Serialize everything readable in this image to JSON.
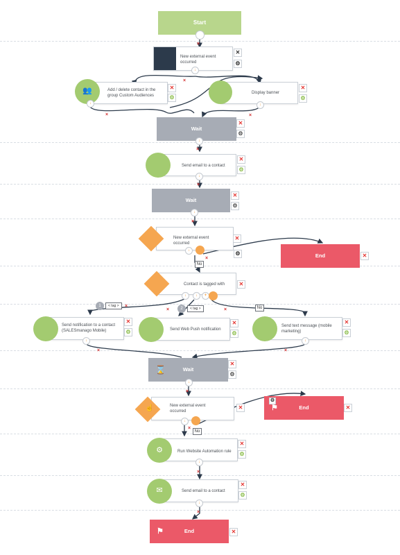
{
  "start": {
    "label": "Start"
  },
  "nodes": {
    "ext1": {
      "label": "New external event occurred"
    },
    "addDel": {
      "label": "Add / delete contact in the group Custom Audiences"
    },
    "banner": {
      "label": "Display banner"
    },
    "wait1": {
      "label": "Wait"
    },
    "email1": {
      "label": "Send email to a contact"
    },
    "wait2": {
      "label": "Wait"
    },
    "ext2": {
      "label": "New external event occurred"
    },
    "end1": {
      "label": "End"
    },
    "tagged": {
      "label": "Contact is tagged with"
    },
    "notif": {
      "label": "Send notification to a contact (SALESmanago Mobile)"
    },
    "webpush": {
      "label": "Send Web Push notification"
    },
    "sms": {
      "label": "Send text message (mobile marketing)"
    },
    "wait3": {
      "label": "Wait"
    },
    "ext3": {
      "label": "New external event occurred"
    },
    "end2": {
      "label": "End"
    },
    "rule": {
      "label": "Run Website Automation rule"
    },
    "email2": {
      "label": "Send email to a contact"
    },
    "end3": {
      "label": "End"
    }
  },
  "connector_labels": {
    "no1": "No",
    "no2": "No",
    "no3": "No",
    "tag1_num": "1",
    "tag1": "< tag >",
    "tag2_num": "2",
    "tag2": "< tag >"
  },
  "colors": {
    "start": "#b8d68c",
    "action": "#a3cb70",
    "condition": "#f5a650",
    "wait": "#a7acb5",
    "end": "#eb5968",
    "connector": "#2c3a4b",
    "remove_mark": "#d32f2f"
  },
  "icons": {
    "close": "close-icon",
    "settings": "gear-icon",
    "remove": "remove-x-icon",
    "users": "users-icon",
    "hourglass": "hourglass-icon",
    "flag": "flag-icon",
    "pointer": "pointer-icon",
    "automation": "gear-check-icon",
    "mail": "mail-upload-icon",
    "arrow_down": "arrow-down-icon"
  }
}
